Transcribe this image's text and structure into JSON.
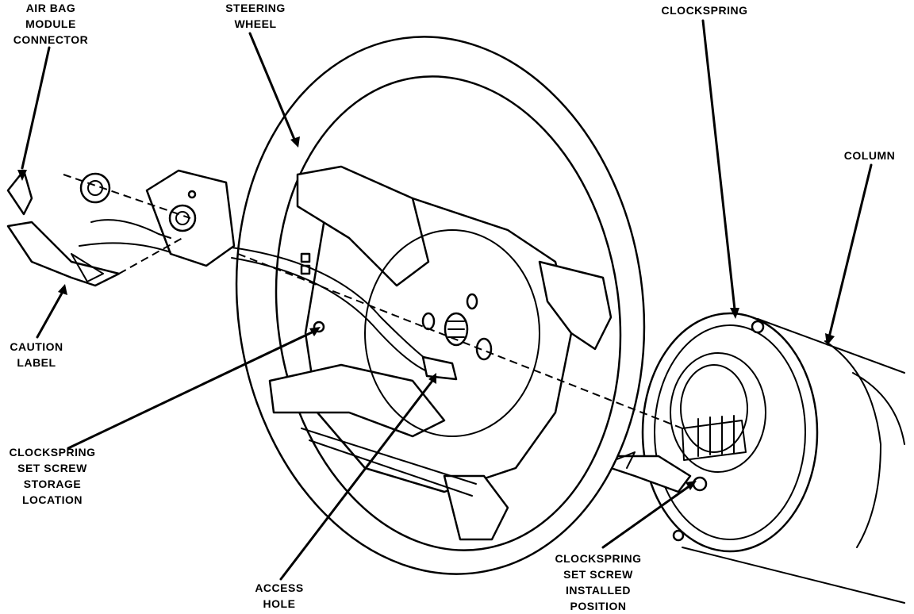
{
  "labels": {
    "air_bag_connector": [
      "AIR BAG",
      "MODULE",
      "CONNECTOR"
    ],
    "steering_wheel": [
      "STEERING",
      "WHEEL"
    ],
    "clockspring": [
      "CLOCKSPRING"
    ],
    "column": [
      "COLUMN"
    ],
    "caution_label": [
      "CAUTION",
      "LABEL"
    ],
    "set_screw_storage": [
      "CLOCKSPRING",
      "SET SCREW",
      "STORAGE",
      "LOCATION"
    ],
    "access_hole": [
      "ACCESS",
      "HOLE"
    ],
    "set_screw_installed": [
      "CLOCKSPRING",
      "SET SCREW",
      "INSTALLED",
      "POSITION"
    ]
  }
}
